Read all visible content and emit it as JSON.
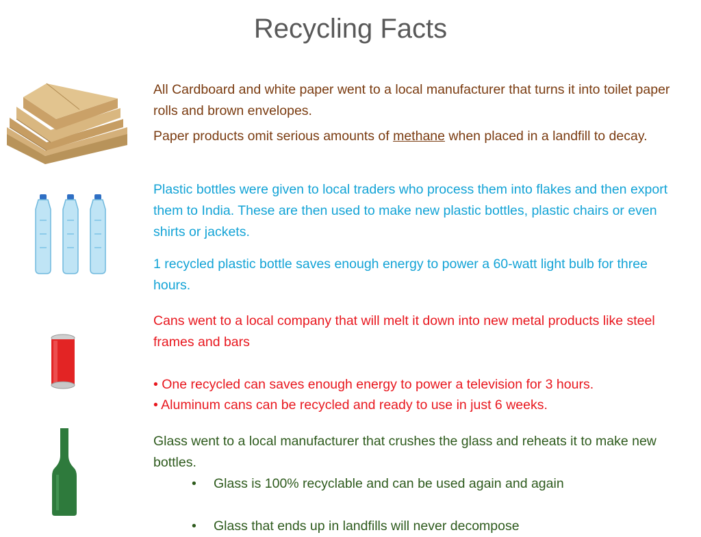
{
  "slide": {
    "title": "Recycling Facts"
  },
  "cardboard": {
    "line1": "All Cardboard  and white paper went to a local manufacturer that turns it into toilet paper rolls and brown envelopes.",
    "line2_pre": "Paper products omit serious amounts of ",
    "line2_link": "methane",
    "line2_post": " when placed in a landfill to decay."
  },
  "plastic": {
    "para1": "Plastic bottles were given to local traders who process them into flakes and then export them to India. These are then used to make new plastic bottles, plastic chairs or even shirts or jackets.",
    "para2": "1 recycled plastic bottle saves enough energy to power a 60-watt light bulb for three hours."
  },
  "cans": {
    "para1": "Cans went to a local company that will melt it down into new metal products like steel frames and bars",
    "bullet1": "• One recycled can saves enough energy to power a television for 3 hours.",
    "bullet2": "• Aluminum cans can be recycled and ready to use in just 6 weeks."
  },
  "glass": {
    "para1": "Glass went to a local manufacturer that crushes the glass and reheats it to make new bottles.",
    "bullets": [
      {
        "dot": "•",
        "text": "Glass is 100% recyclable and can be used again and again"
      },
      {
        "dot": "•",
        "text": "Glass that ends up in landfills will never decompose"
      }
    ]
  },
  "colors": {
    "title": "#595959",
    "cardboard_text": "#7a3b10",
    "plastic_text": "#13a3d6",
    "cans_text": "#e8171e",
    "glass_text": "#2d5a1c"
  },
  "images": [
    "cardboard-stack-image",
    "plastic-bottles-image",
    "soda-can-image",
    "glass-bottle-image"
  ]
}
